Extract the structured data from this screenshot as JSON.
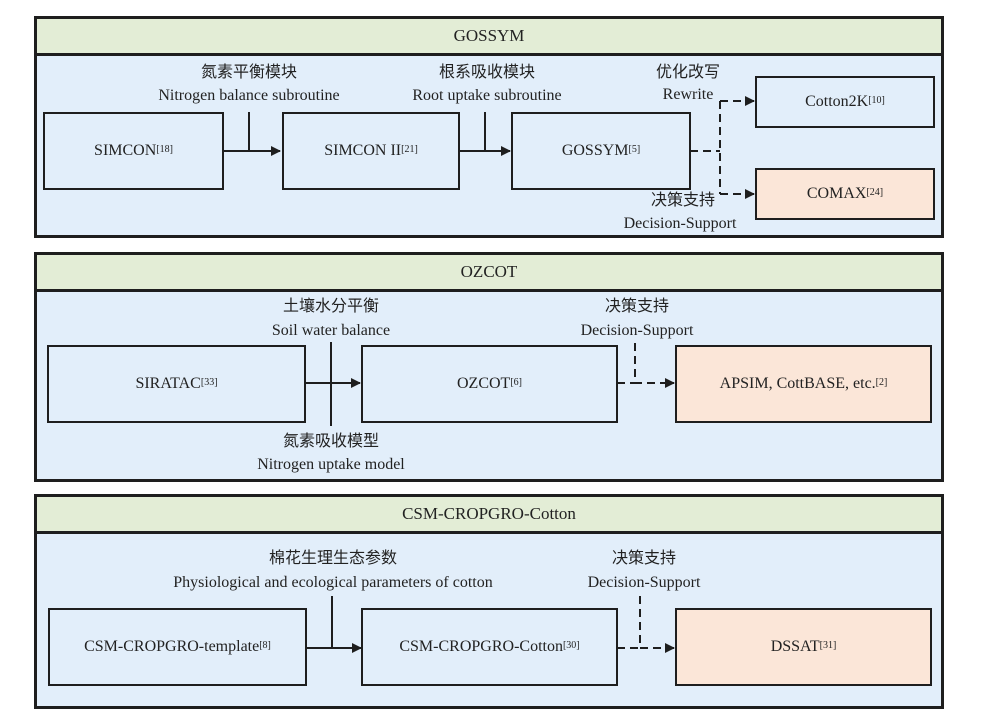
{
  "panels": [
    {
      "title": "GOSSYM"
    },
    {
      "title": "OZCOT"
    },
    {
      "title": "CSM-CROPGRO-Cotton"
    }
  ],
  "gossym": {
    "boxes": [
      {
        "name": "SIMCON",
        "ref": "[18]"
      },
      {
        "name": "SIMCON II",
        "ref": "[21]"
      },
      {
        "name": "GOSSYM",
        "ref": "[5]"
      },
      {
        "name": "Cotton2K",
        "ref": "[10]"
      },
      {
        "name": "COMAX",
        "ref": "[24]"
      }
    ],
    "labels": {
      "nitrogen_cn": "氮素平衡模块",
      "nitrogen_en": "Nitrogen balance subroutine",
      "root_cn": "根系吸收模块",
      "root_en": "Root uptake subroutine",
      "rewrite_cn": "优化改写",
      "rewrite_en": "Rewrite",
      "decision_cn": "决策支持",
      "decision_en": "Decision-Support"
    }
  },
  "ozcot": {
    "boxes": [
      {
        "name": "SIRATAC",
        "ref": "[33]"
      },
      {
        "name": "OZCOT",
        "ref": "[6]"
      },
      {
        "name": "APSIM, CottBASE, etc.",
        "ref": "[2]"
      }
    ],
    "labels": {
      "soil_cn": "土壤水分平衡",
      "soil_en": "Soil water balance",
      "decision_cn": "决策支持",
      "decision_en": "Decision-Support",
      "uptake_cn": "氮素吸收模型",
      "uptake_en": "Nitrogen uptake model"
    }
  },
  "csm": {
    "boxes": [
      {
        "name": "CSM-CROPGRO-template",
        "ref": "[8]"
      },
      {
        "name": "CSM-CROPGRO-Cotton",
        "ref": "[30]"
      },
      {
        "name": "DSSAT",
        "ref": "[31]"
      }
    ],
    "labels": {
      "params_cn": "棉花生理生态参数",
      "params_en": "Physiological and ecological parameters of cotton",
      "decision_cn": "决策支持",
      "decision_en": "Decision-Support"
    }
  },
  "colors": {
    "title_bg": "#e3edd6",
    "body_bg": "#e2eefa",
    "highlight_bg": "#fbe6d8",
    "line": "#1e1e1e"
  }
}
